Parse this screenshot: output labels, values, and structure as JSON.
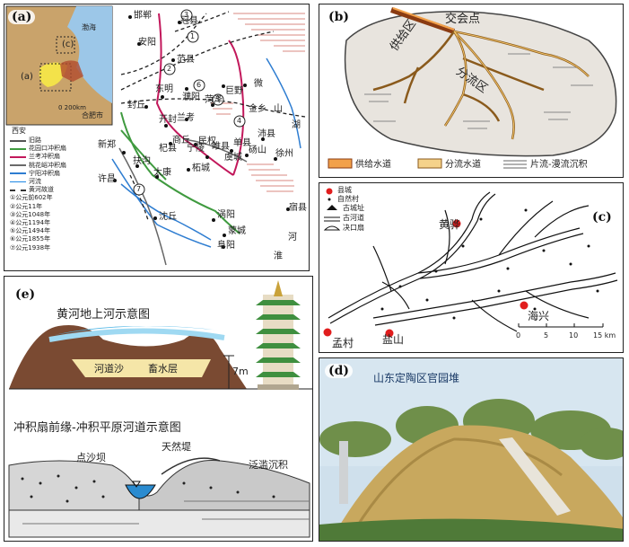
{
  "panels": {
    "a": {
      "label": "(a)",
      "inset_labels": [
        "(c)",
        "(a)"
      ],
      "inset_scale": "0  200km",
      "inset_sea": "渤海",
      "inset_city": "合肥市",
      "corner_label": "西安",
      "cities": [
        "邯郸",
        "安阳",
        "冠县",
        "范县",
        "濮阳",
        "东明",
        "封丘",
        "开封",
        "兰考",
        "菏泽",
        "巨野",
        "微",
        "金乡",
        "山",
        "湖",
        "沛县",
        "商丘",
        "民权",
        "杞县",
        "宁陵",
        "睢县",
        "虞城",
        "单县",
        "砀山",
        "徐州",
        "新郑",
        "扶沟",
        "太康",
        "柘城",
        "许昌",
        "沈丘",
        "涡阳",
        "蒙城",
        "阜阳",
        "宿县",
        "淮",
        "河"
      ],
      "route_numbers": [
        "3",
        "1",
        "2",
        "6",
        "5",
        "4",
        "7"
      ],
      "legend": [
        {
          "text": "旧路",
          "color": "#555555"
        },
        {
          "text": "花园口冲积扇",
          "color": "#3f9a3f"
        },
        {
          "text": "兰考冲积扇",
          "color": "#c2185b"
        },
        {
          "text": "桃花峪冲积扇",
          "color": "#6a6a6a"
        },
        {
          "text": "宁阳冲积扇",
          "color": "#2e7dd1"
        },
        {
          "text": "河流",
          "color": "#1e88e5"
        },
        {
          "text": "黄河故道",
          "color": "#333333"
        },
        {
          "text": "①公元前602年",
          "color": ""
        },
        {
          "text": "②公元11年",
          "color": ""
        },
        {
          "text": "③公元1048年",
          "color": ""
        },
        {
          "text": "④公元1194年",
          "color": ""
        },
        {
          "text": "⑤公元1494年",
          "color": ""
        },
        {
          "text": "⑥公元1855年",
          "color": ""
        },
        {
          "text": "⑦公元1938年",
          "color": ""
        }
      ]
    },
    "b": {
      "label": "(b)",
      "supply_zone": "供给区",
      "intersection": "交会点",
      "distributary_zone": "分流区",
      "legend": [
        "供给水道",
        "分流水道",
        "片流-漫流沉积"
      ]
    },
    "c": {
      "label": "(c)",
      "legend": [
        "县城",
        "自然村",
        "古城址",
        "古河道",
        "决口扇"
      ],
      "places": [
        "黄骅",
        "海兴",
        "孟村",
        "盐山"
      ],
      "scale_ticks": [
        "0",
        "5",
        "10",
        "15 km"
      ]
    },
    "d": {
      "label": "(d)",
      "title": "山东定陶区官园堆"
    },
    "e": {
      "label": "(e)",
      "title1": "黄河地上河示意图",
      "channel_sand": "河道沙",
      "aquifer": "畜水层",
      "height": "7m",
      "title2": "冲积扇前缘-冲积平原河道示意图",
      "point_bar": "点沙坝",
      "levee": "天然堤",
      "flood_deposit": "泛滥沉积"
    }
  },
  "colors": {
    "route_green": "#3f9a3f",
    "route_magenta": "#c2185b",
    "route_blue": "#2e7dd1",
    "mountain": "#d98a80",
    "river": "#1e88e5",
    "marker_red": "#e11d1d",
    "water_blue": "#4fb6e6"
  }
}
